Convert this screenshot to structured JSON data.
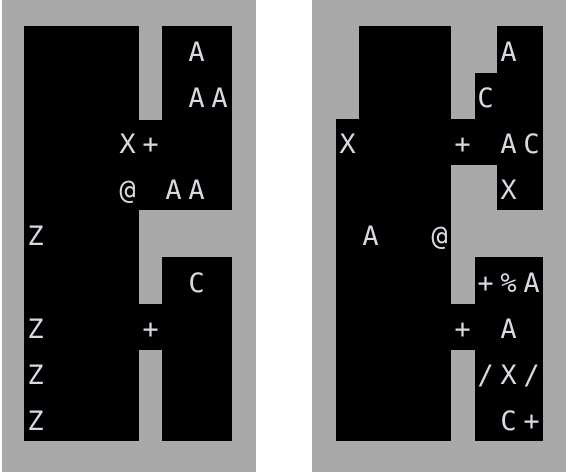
{
  "colors": {
    "wall": "#a9a9a9",
    "floor": "#000000",
    "glyph": "#d6dbe2",
    "background": "#ffffff"
  },
  "left_map": {
    "rows": [
      "  #   A  ",
      "  #   AA ",
      "     X+  ",
      "     @ AA",
      "Z     ###",
      "  #    C ",
      "Z     +  ",
      "Z     #  ",
      "Z     #  "
    ]
  },
  "right_map": {
    "rows": [
      "  #   A  ",
      "  #   C  ",
      "X     + AC",
      "      # X",
      "  A  @####",
      "  #   +%A",
      "      + A",
      "      /X/",
      "       C+"
    ]
  },
  "left_glyphs": [
    "A",
    "A",
    "A",
    "X",
    "+",
    "@",
    "A",
    "A",
    "Z",
    "C",
    "Z",
    "+",
    "Z",
    "Z"
  ],
  "right_glyphs": [
    "A",
    "C",
    "X",
    "+",
    "A",
    "C",
    "X",
    "A",
    "@",
    "+",
    "%",
    "A",
    "+",
    "A",
    "/",
    "X",
    "/",
    "C",
    "+"
  ]
}
